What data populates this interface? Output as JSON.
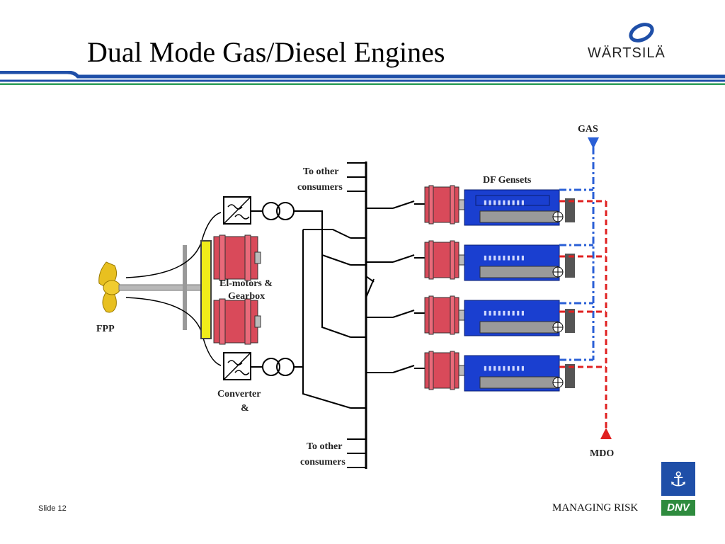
{
  "slide": {
    "title": "Dual Mode Gas/Diesel Engines",
    "slide_number": "Slide 12",
    "footer_tagline": "MANAGING RISK"
  },
  "logos": {
    "wartsila": "WÄRTSILÄ",
    "dnv": "DNV"
  },
  "diagram": {
    "fpp_label": "FPP",
    "motors_label_line1": "El-motors &",
    "motors_label_line2": "Gearbox",
    "converter_label_line1": "Converter",
    "converter_label_line2": "&",
    "to_other_top_line1": "To other",
    "to_other_top_line2": "consumers",
    "to_other_bottom_line1": "To other",
    "to_other_bottom_line2": "consumers",
    "gensets_label": "DF Gensets",
    "gas_label": "GAS",
    "mdo_label": "MDO"
  },
  "colors": {
    "rule_blue": "#1f4fa8",
    "rule_green": "#2f9e5a",
    "gas_line": "#2a5fd6",
    "mdo_line": "#e02020",
    "engine_blue": "#1a3fd0",
    "generator_red": "#d94a5a",
    "motor_yellow": "#f0ec1a"
  },
  "icons": [
    "wartsila-logo",
    "propeller-icon",
    "converter-icon",
    "transformer-icon",
    "generator-icon",
    "engine-icon",
    "dnv-emblem"
  ]
}
